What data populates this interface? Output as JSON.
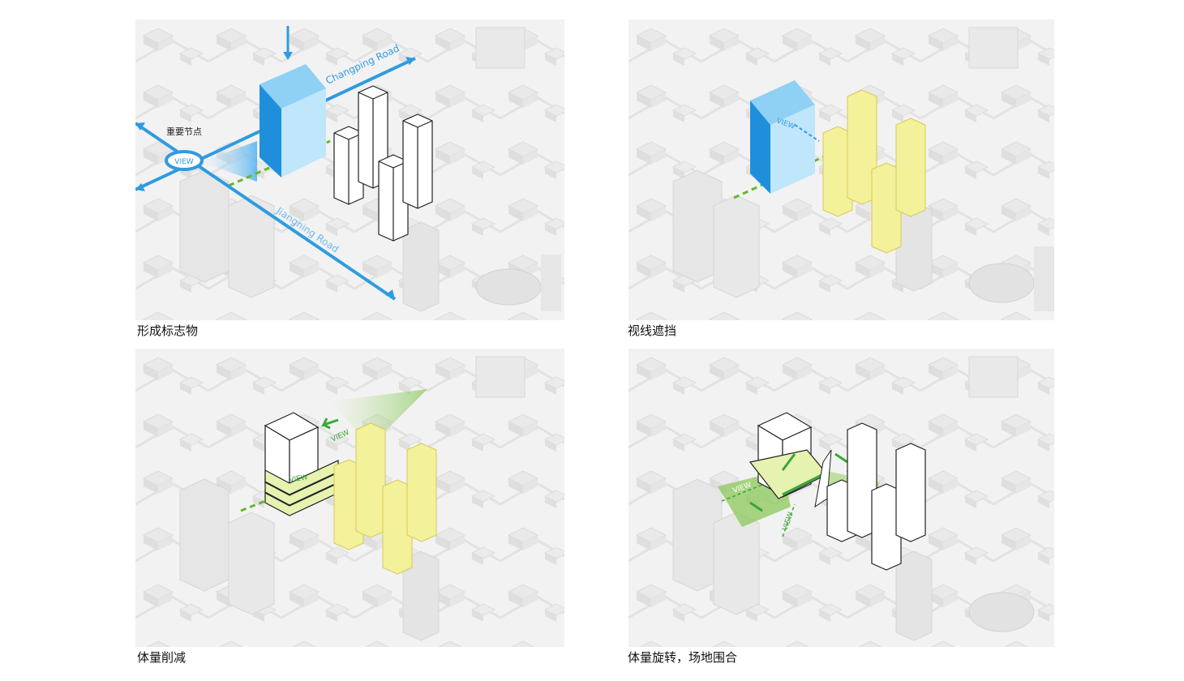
{
  "panels": [
    {
      "caption": "形成标志物",
      "labels": {
        "road_top": "Changping Road",
        "road_diag": "Jiangning Road",
        "node": "重要节点",
        "view": "VIEW"
      }
    },
    {
      "caption": "视线遮挡",
      "labels": {
        "view": "VIEW"
      }
    },
    {
      "caption": "体量削减",
      "labels": {
        "view_a": "VIEW",
        "view_b": "VIEW"
      }
    },
    {
      "caption": "体量旋转，场地围合",
      "labels": {
        "view_a": "VIEW",
        "view_b": "VIEW"
      }
    }
  ],
  "colors": {
    "landmark_blue": "#35a3e6",
    "block_yellow": "#f3f19a",
    "view_green": "#3aa63a",
    "context_grey": "#e3e3e3"
  }
}
